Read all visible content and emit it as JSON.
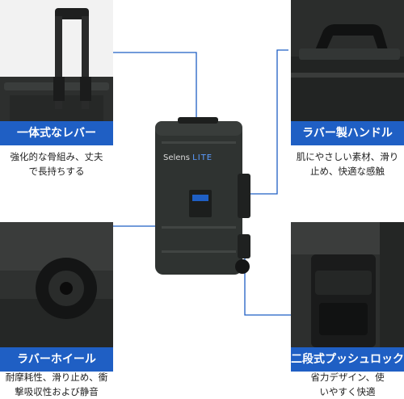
{
  "features": [
    {
      "label": "一体式なレバー",
      "desc_lines": [
        "強化的な骨組み、丈夫",
        "で長持ちする"
      ]
    },
    {
      "label": "ラバー製ハンドル",
      "desc_lines": [
        "肌にやさしい素材、滑り",
        "止め、快適な感触"
      ]
    },
    {
      "label": "ラバーホイール",
      "desc_lines": [
        "耐摩耗性、滑り止め、衝",
        "撃吸収性および静音"
      ]
    },
    {
      "label": "二段式プッシュロック",
      "desc_lines": [
        "省力デザイン、使",
        "いやすく快適"
      ]
    }
  ],
  "case": {
    "brand": "Selens",
    "model": "LITE"
  },
  "colors": {
    "accent": "#1f5fc4",
    "case": "#2f3331"
  }
}
